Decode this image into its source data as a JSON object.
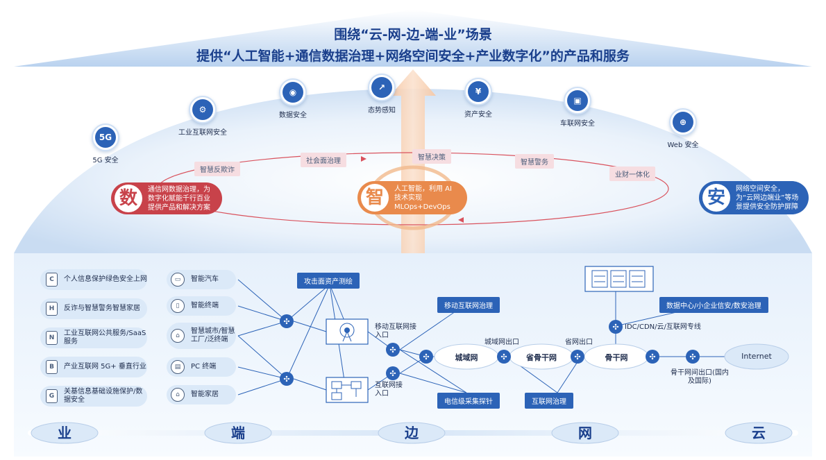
{
  "header": {
    "line1": "围绕“云-网-边-端-业”场景",
    "line2": "提供“人工智能+通信数据治理+网络空间安全+产业数字化”的产品和服务"
  },
  "security_domains": [
    {
      "icon": "5G",
      "label": "5G 安全"
    },
    {
      "icon": "⚙",
      "label": "工业互联网安全"
    },
    {
      "icon": "◉",
      "label": "数据安全"
    },
    {
      "icon": "↗",
      "label": "态势感知"
    },
    {
      "icon": "¥",
      "label": "资产安全"
    },
    {
      "icon": "▣",
      "label": "车联网安全"
    },
    {
      "icon": "⊕",
      "label": "Web 安全"
    }
  ],
  "cycle_tags": [
    "智慧反欺诈",
    "社会面治理",
    "智慧决策",
    "智慧警务",
    "业财一体化"
  ],
  "pillars": {
    "shu": {
      "char": "数",
      "text": "通信网数据治理，为数字化赋能千行百业提供产品和解决方案",
      "color": "#c8424a"
    },
    "zhi": {
      "char": "智",
      "text": "人工智能，利用 AI 技术实现 MLOps+DevOps",
      "color": "#e98a4c"
    },
    "an": {
      "char": "安",
      "text": "网络空间安全，为“云网边端业”等场景提供安全防护屏障",
      "color": "#2c63b7"
    }
  },
  "business_items": [
    {
      "icon": "C",
      "text": "个人信息保护绿色安全上网"
    },
    {
      "icon": "H",
      "text": "反诈与智慧警务智慧家居"
    },
    {
      "icon": "N",
      "text": "工业互联网公共服务/SaaS 服务"
    },
    {
      "icon": "B",
      "text": "产业互联网 5G+ 垂直行业"
    },
    {
      "icon": "G",
      "text": "关基信息基础设施保护/数据安全"
    }
  ],
  "devices": [
    {
      "icon": "▭",
      "text": "智能汽车"
    },
    {
      "icon": "▯",
      "text": "智能终端"
    },
    {
      "icon": "⌂",
      "text": "智慧城市/智慧工厂/泛终端"
    },
    {
      "icon": "▤",
      "text": "PC 终端"
    },
    {
      "icon": "⌂",
      "text": "智能家居"
    }
  ],
  "network": {
    "attack_surface": "攻击面资产测绘",
    "mobile_governance": "移动互联网治理",
    "mobile_access": "移动互联网接入口",
    "internet_access": "互联网接入口",
    "probe": "电信级采集探针",
    "internet_governance": "互联网治理",
    "metro": "城域网",
    "metro_exit": "城域网出口",
    "provincial": "省骨干网",
    "provincial_exit": "省网出口",
    "backbone": "骨干网",
    "dc_governance": "数据中心/小企业信安/数安治理",
    "idc": "IDC/CDN/云/互联网专线",
    "backbone_exit": "骨干网间出口(国内及国际)",
    "internet": "Internet"
  },
  "layers": [
    "业",
    "端",
    "边",
    "网",
    "云"
  ],
  "colors": {
    "primary": "#2c63b7",
    "red": "#c8424a",
    "orange": "#e98a4c",
    "light": "#dbe9f8"
  }
}
